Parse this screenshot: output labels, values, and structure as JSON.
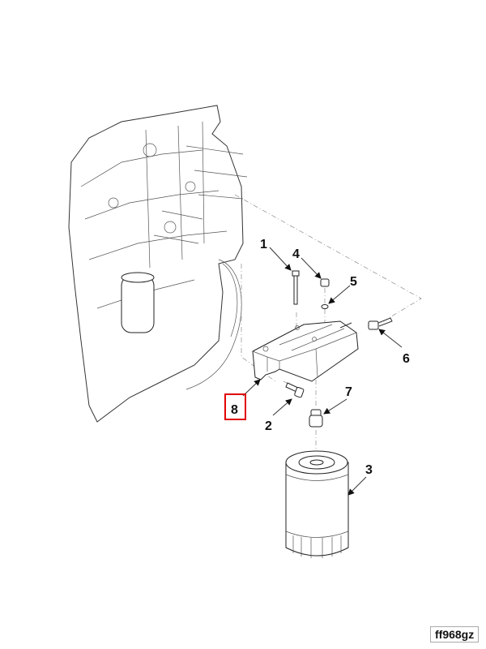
{
  "diagram": {
    "callouts": {
      "c1": "1",
      "c2": "2",
      "c3": "3",
      "c4": "4",
      "c5": "5",
      "c6": "6",
      "c7": "7",
      "c8": "8"
    },
    "highlighted_callout": "8",
    "highlight_color": "#e00000",
    "figure_code": "ff968gz"
  }
}
